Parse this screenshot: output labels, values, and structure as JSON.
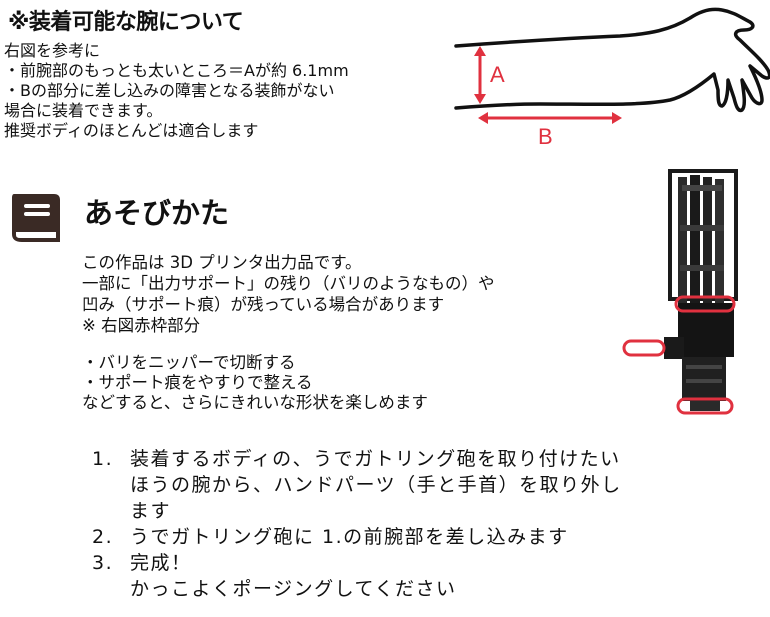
{
  "heading": "※装着可能な腕について",
  "arm_notes": [
    "右図を参考に",
    "・前腕部のもっとも太いところ＝Aが約 6.1mm",
    "・Bの部分に差し込みの障害となる装飾がない",
    "場合に装着できます。",
    "推奨ボディのほとんどは適合します"
  ],
  "arm_labels": {
    "a": "A",
    "b": "B"
  },
  "howto_title": "あそびかた",
  "print_notes": [
    "この作品は 3D プリンタ出力品です。",
    "一部に「出力サポート」の残り（バリのようなもの）や",
    "凹み（サポート痕）が残っている場合があります",
    "※ 右図赤枠部分"
  ],
  "tips": [
    "・バリをニッパーで切断する",
    "・サポート痕をやすりで整える",
    "などすると、さらにきれいな形状を楽しめます"
  ],
  "steps": [
    {
      "num": "1.",
      "lines": [
        "装着するボディの、うでガトリング砲を取り付けたい",
        "ほうの腕から、ハンドパーツ（手と手首）を取り外し",
        "ます"
      ]
    },
    {
      "num": "2.",
      "lines": [
        "うでガトリング砲に 1.の前腕部を差し込みます"
      ]
    },
    {
      "num": "3.",
      "lines": [
        "完成！",
        "かっこよくポージングしてください"
      ]
    }
  ],
  "colors": {
    "marker_red": "#e0313f",
    "text": "#111111",
    "book": "#3a2a25"
  },
  "icons": {
    "book": "book-icon"
  }
}
